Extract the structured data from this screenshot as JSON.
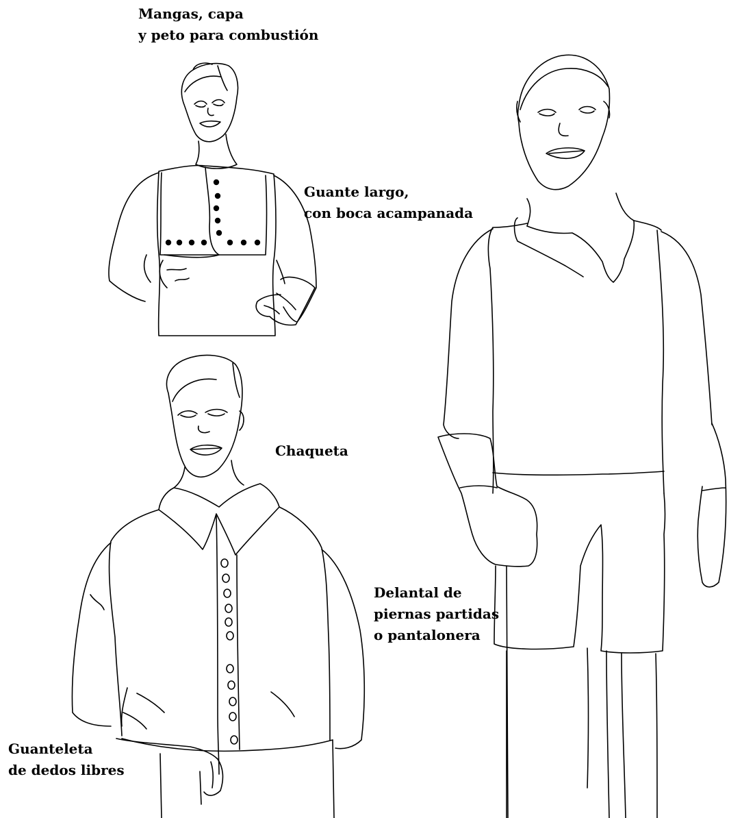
{
  "colors": {
    "line": "#000000",
    "background": "#ffffff"
  },
  "labels": {
    "mangas": {
      "line1": "Mangas, capa",
      "line2": "y peto para combustión"
    },
    "guante": {
      "line1": "Guante largo,",
      "line2": "con boca acampanada"
    },
    "chaqueta": {
      "line1": "Chaqueta"
    },
    "delantal": {
      "line1": "Delantal de",
      "line2": "piernas partidas",
      "line3": "o pantalonera"
    },
    "guanteleta": {
      "line1": "Guanteleta",
      "line2": "de dedos libres"
    }
  },
  "figures": [
    {
      "id": "figure-cape-bib",
      "depicts": "person-wearing-sleeves-cape-and-bib"
    },
    {
      "id": "figure-jacket",
      "depicts": "person-wearing-jacket-and-gauntlet"
    },
    {
      "id": "figure-apron",
      "depicts": "person-wearing-split-leg-apron-and-long-gloves"
    }
  ]
}
